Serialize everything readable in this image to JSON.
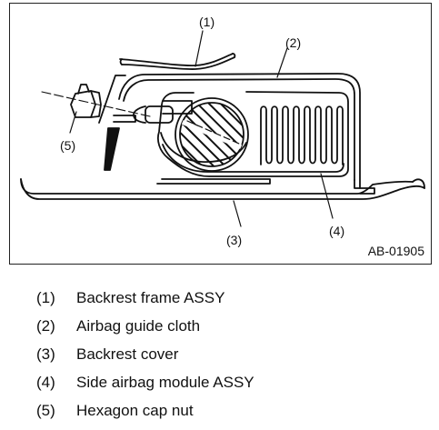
{
  "figure": {
    "code": "AB-01905",
    "callouts": [
      {
        "number": "(1)"
      },
      {
        "number": "(2)"
      },
      {
        "number": "(3)"
      },
      {
        "number": "(4)"
      },
      {
        "number": "(5)"
      }
    ]
  },
  "legend": [
    {
      "number": "(1)",
      "label": "Backrest frame ASSY"
    },
    {
      "number": "(2)",
      "label": "Airbag guide cloth"
    },
    {
      "number": "(3)",
      "label": "Backrest cover"
    },
    {
      "number": "(4)",
      "label": "Side airbag module ASSY"
    },
    {
      "number": "(5)",
      "label": "Hexagon cap nut"
    }
  ],
  "colors": {
    "line": "#111111",
    "background": "#ffffff"
  }
}
